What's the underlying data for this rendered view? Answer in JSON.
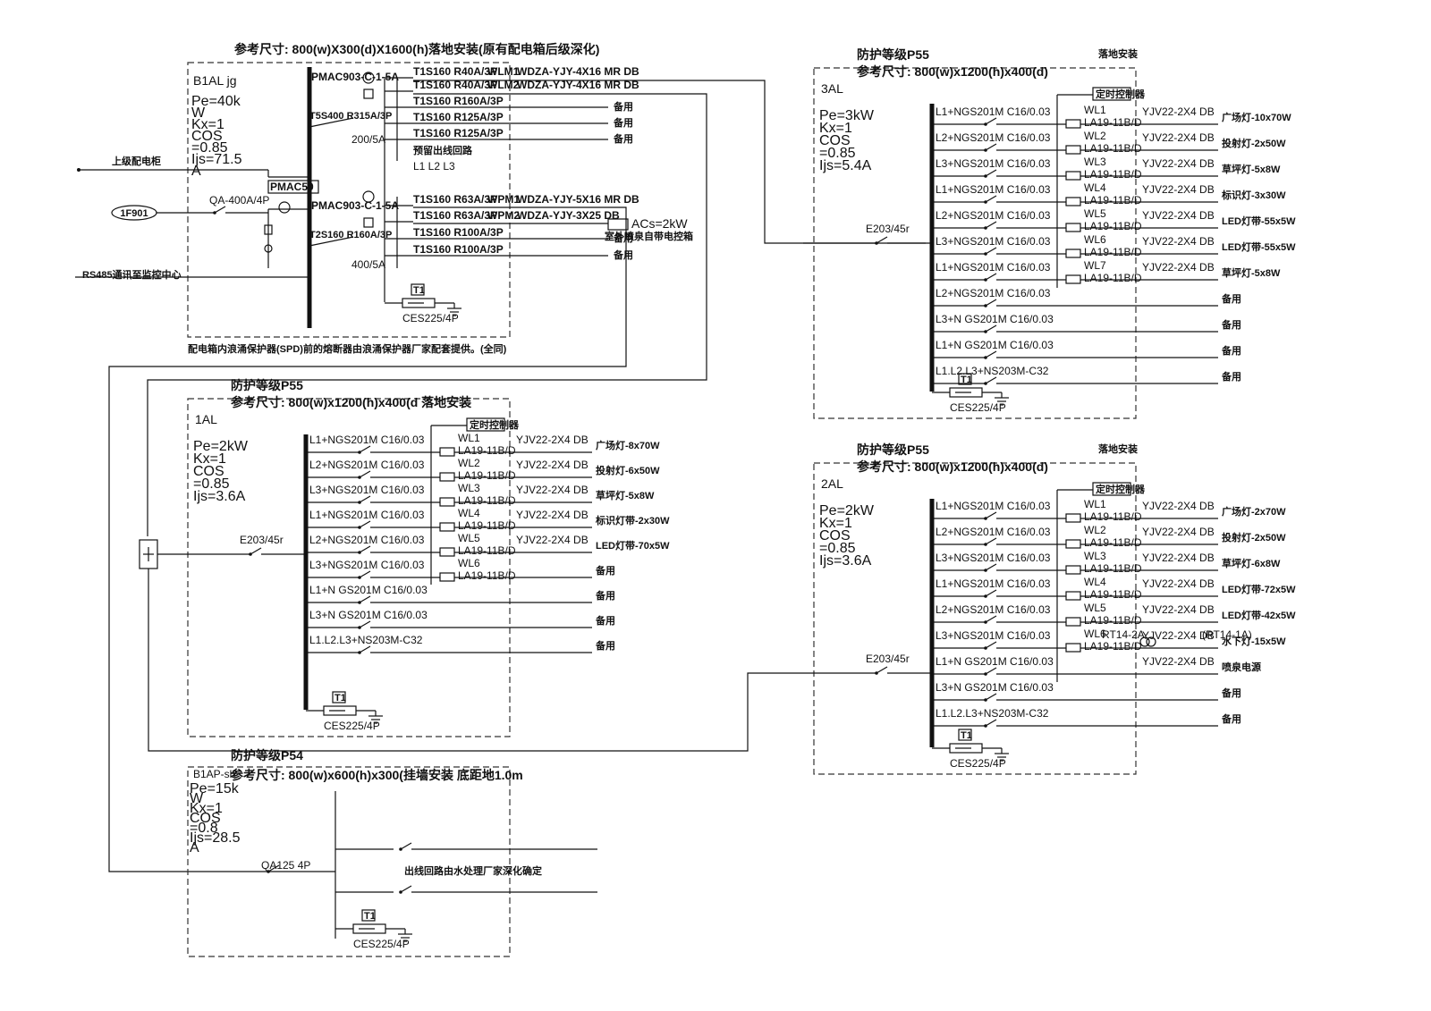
{
  "b1al": {
    "dims": "参考尺寸: 800(w)X300(d)X1600(h)落地安装(原有配电箱后级深化)",
    "name": "B1AL jg",
    "params": [
      "Pe=40k",
      "W",
      "Kx=1",
      "COS",
      "=0.85",
      "Ijs=71.5",
      "A"
    ],
    "meter1": "PMAC903-C-1-5A",
    "meter2": "PMAC903-C-1-5A",
    "ct1": "200/5A",
    "ct2": "400/5A",
    "pmac": "PMAC50",
    "sw1": "T5S400 R315A/3P",
    "sw2": "T2S160 R160A/3P",
    "qa": "QA-400A/4P",
    "tag": "1F901",
    "upper": "上级配电柜",
    "rs485": "RS485通讯至监控中心",
    "reserve_note": "预留出线回路",
    "phases": "L1 L2 L3",
    "acs": "ACs=2kW",
    "acs_note": "室外喷泉自带电控箱",
    "spd": "CES225/4P",
    "t1": "T1",
    "footnote": "配电箱内浪涌保护器(SPD)前的熔断器由浪涌保护器厂家配套提供。(全同)",
    "circuits": [
      {
        "breaker": "T1S160 R40A/3P",
        "id": "WLM1",
        "cable": "WDZA-YJY-4X16 MR DB",
        "load": ""
      },
      {
        "breaker": "T1S160 R40A/3P",
        "id": "WLM2",
        "cable": "WDZA-YJY-4X16 MR DB",
        "load": ""
      },
      {
        "breaker": "T1S160 R160A/3P",
        "id": "",
        "cable": "",
        "load": "备用"
      },
      {
        "breaker": "T1S160 R125A/3P",
        "id": "",
        "cable": "",
        "load": "备用"
      },
      {
        "breaker": "T1S160 R125A/3P",
        "id": "",
        "cable": "",
        "load": "备用"
      },
      {
        "breaker": "T1S160 R63A/3P",
        "id": "WPM1",
        "cable": "WDZA-YJY-5X16 MR DB",
        "load": ""
      },
      {
        "breaker": "T1S160 R63A/3P",
        "id": "WPM2",
        "cable": "WDZA-YJY-3X25 DB",
        "load": ""
      },
      {
        "breaker": "T1S160 R100A/3P",
        "id": "",
        "cable": "",
        "load": "备用"
      },
      {
        "breaker": "T1S160 R100A/3P",
        "id": "",
        "cable": "",
        "load": "备用"
      }
    ]
  },
  "p3al": {
    "ip": "防护等级P55",
    "dims": "参考尺寸: 800(w)x1200(h)x400(d)",
    "mount": "落地安装",
    "name": "3AL",
    "params": [
      "Pe=3kW",
      "Kx=1",
      "COS",
      "=0.85",
      "Ijs=5.4A"
    ],
    "main": "E203/45r",
    "timer": "定时控制器",
    "spd": "CES225/4P",
    "t1": "T1",
    "rows": [
      {
        "breaker": "L1+NGS201M C16/0.03",
        "wl": "WL1",
        "cable": "YJV22-2X4 DB",
        "load": "广场灯-10x70W"
      },
      {
        "breaker": "L2+NGS201M C16/0.03",
        "wl": "WL2",
        "cable": "YJV22-2X4 DB",
        "load": "投射灯-2x50W"
      },
      {
        "breaker": "L3+NGS201M C16/0.03",
        "wl": "WL3",
        "cable": "YJV22-2X4 DB",
        "load": "草坪灯-5x8W"
      },
      {
        "breaker": "L1+NGS201M C16/0.03",
        "wl": "WL4",
        "cable": "YJV22-2X4 DB",
        "load": "标识灯-3x30W"
      },
      {
        "breaker": "L2+NGS201M C16/0.03",
        "wl": "WL5",
        "cable": "YJV22-2X4 DB",
        "load": "LED灯带-55x5W"
      },
      {
        "breaker": "L3+NGS201M C16/0.03",
        "wl": "WL6",
        "cable": "YJV22-2X4 DB",
        "load": "LED灯带-55x5W"
      },
      {
        "breaker": "L1+NGS201M C16/0.03",
        "wl": "WL7",
        "cable": "YJV22-2X4 DB",
        "load": "草坪灯-5x8W"
      },
      {
        "breaker": "L2+NGS201M C16/0.03",
        "wl": "",
        "cable": "",
        "load": "备用"
      },
      {
        "breaker": "L3+N      GS201M C16/0.03",
        "wl": "",
        "cable": "",
        "load": "备用"
      },
      {
        "breaker": "L1+N      GS201M C16/0.03",
        "wl": "",
        "cable": "",
        "load": "备用"
      },
      {
        "breaker": "L1.L2.L3+NS203M-C32",
        "wl": "",
        "cable": "",
        "load": "备用"
      }
    ]
  },
  "p1al": {
    "ip": "防护等级P55",
    "dims": "参考尺寸: 800(w)x1200(h)x400(d 落地安装",
    "name": "1AL",
    "params": [
      "Pe=2kW",
      "Kx=1",
      "COS",
      "=0.85",
      "Ijs=3.6A"
    ],
    "main": "E203/45r",
    "timer": "定时控制器",
    "spd": "CES225/4P",
    "t1": "T1",
    "rows": [
      {
        "breaker": "L1+NGS201M C16/0.03",
        "wl": "WL1",
        "cable": "YJV22-2X4 DB",
        "load": "广场灯-8x70W"
      },
      {
        "breaker": "L2+NGS201M C16/0.03",
        "wl": "WL2",
        "cable": "YJV22-2X4 DB",
        "load": "投射灯-6x50W"
      },
      {
        "breaker": "L3+NGS201M C16/0.03",
        "wl": "WL3",
        "cable": "YJV22-2X4 DB",
        "load": "草坪灯-5x8W"
      },
      {
        "breaker": "L1+NGS201M C16/0.03",
        "wl": "WL4",
        "cable": "YJV22-2X4 DB",
        "load": "标识灯带-2x30W"
      },
      {
        "breaker": "L2+NGS201M C16/0.03",
        "wl": "WL5",
        "cable": "YJV22-2X4 DB",
        "load": "LED灯带-70x5W"
      },
      {
        "breaker": "L3+NGS201M C16/0.03",
        "wl": "WL6",
        "cable": "",
        "load": "备用"
      },
      {
        "breaker": "L1+N      GS201M C16/0.03",
        "wl": "",
        "cable": "",
        "load": "备用"
      },
      {
        "breaker": "L3+N      GS201M C16/0.03",
        "wl": "",
        "cable": "",
        "load": "备用"
      },
      {
        "breaker": "L1.L2.L3+NS203M-C32",
        "wl": "",
        "cable": "",
        "load": "备用"
      }
    ]
  },
  "p2al": {
    "ip": "防护等级P55",
    "dims": "参考尺寸: 800(w)x1200(h)x400(d)",
    "mount": "落地安装",
    "name": "2AL",
    "params": [
      "Pe=2kW",
      "Kx=1",
      "COS",
      "=0.85",
      "Ijs=3.6A"
    ],
    "main": "E203/45r",
    "timer": "定时控制器",
    "spd": "CES225/4P",
    "t1": "T1",
    "fuse": "RT14-2A",
    "fuse2": "(RT14-1A)",
    "rows": [
      {
        "breaker": "L1+NGS201M C16/0.03",
        "wl": "WL1",
        "cable": "YJV22-2X4 DB",
        "load": "广场灯-2x70W"
      },
      {
        "breaker": "L2+NGS201M C16/0.03",
        "wl": "WL2",
        "cable": "YJV22-2X4 DB",
        "load": "投射灯-2x50W"
      },
      {
        "breaker": "L3+NGS201M C16/0.03",
        "wl": "WL3",
        "cable": "YJV22-2X4 DB",
        "load": "草坪灯-6x8W"
      },
      {
        "breaker": "L1+NGS201M C16/0.03",
        "wl": "WL4",
        "cable": "YJV22-2X4 DB",
        "load": "LED灯带-72x5W"
      },
      {
        "breaker": "L2+NGS201M C16/0.03",
        "wl": "WL5",
        "cable": "YJV22-2X4 DB",
        "load": "LED灯带-42x5W"
      },
      {
        "breaker": "L3+NGS201M C16/0.03",
        "wl": "WL6",
        "cable": "YJV22-2X4 DB",
        "load": "水下灯-15x5W"
      },
      {
        "breaker": "L1+N      GS201M C16/0.03",
        "wl": "",
        "cable": "YJV22-2X4 DB",
        "load": "喷泉电源"
      },
      {
        "breaker": "L3+N      GS201M C16/0.03",
        "wl": "",
        "cable": "",
        "load": "备用"
      },
      {
        "breaker": "L1.L2.L3+NS203M-C32",
        "wl": "",
        "cable": "",
        "load": "备用"
      }
    ]
  },
  "b1ap": {
    "ip": "防护等级P54",
    "dims": "参考尺寸: 800(w)x600(h)x300(挂墙安装 底距地1.0m",
    "name": "B1AP-sb",
    "params": [
      "Pe=15k",
      "W",
      "Kx=1",
      "COS",
      "=0.8",
      "Ijs=28.5",
      "A"
    ],
    "main": "QA125 4P",
    "note": "出线回路由水处理厂家深化确定",
    "spd": "CES225/4P",
    "t1": "T1"
  }
}
